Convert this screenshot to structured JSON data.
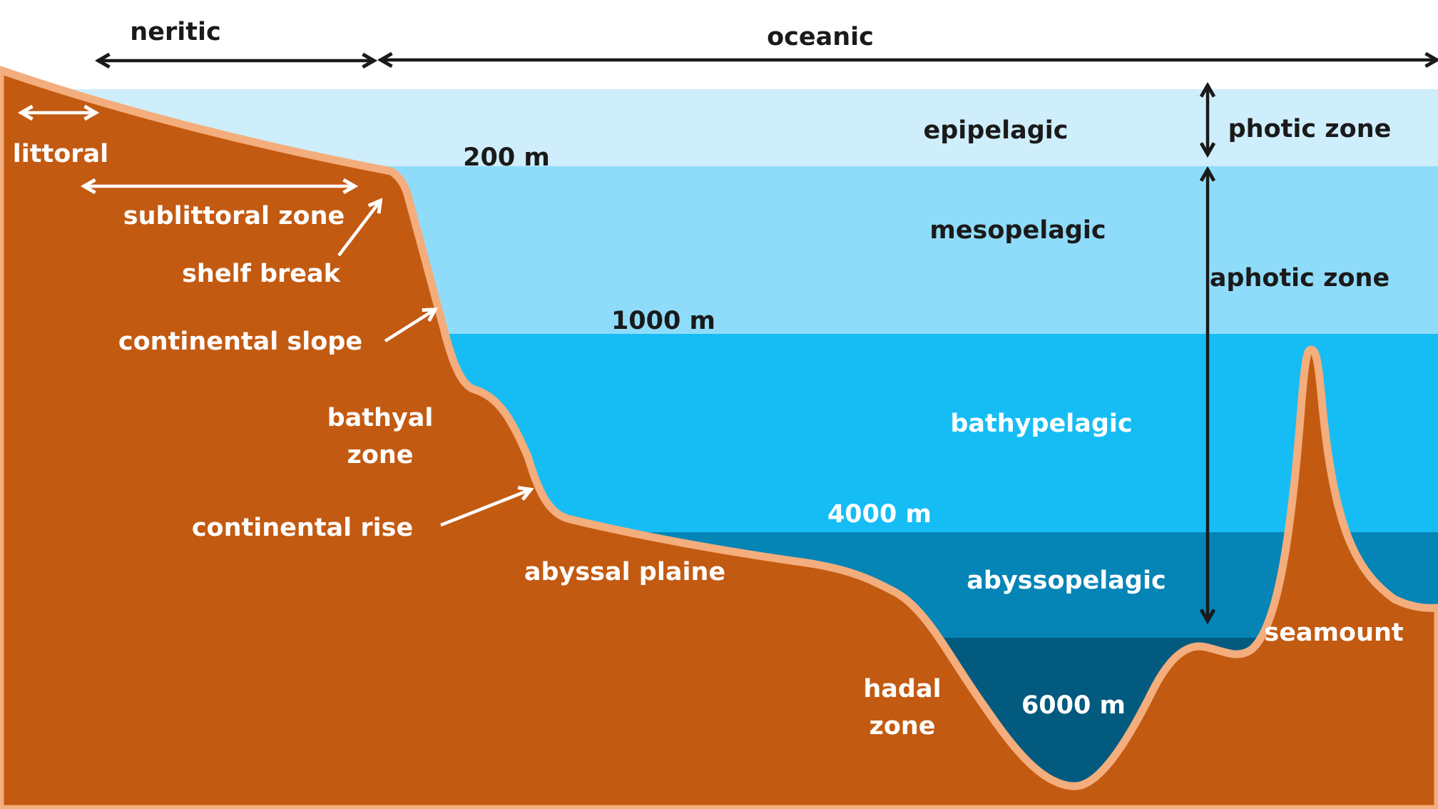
{
  "colors": {
    "epipelagic": "#cfeefb",
    "mesopelagic": "#8fdcfa",
    "bathypelagic": "#16bdf5",
    "abyssopelagic": "#0584b6",
    "hadal": "#035a7f",
    "seafloor": "#c35a11",
    "seafloor_edge": "#f4ad7c",
    "label_dark": "#1a1a1a",
    "label_light": "#ffffff"
  },
  "top": {
    "neritic": "neritic",
    "oceanic": "oceanic"
  },
  "pelagic_zones": {
    "epipelagic": "epipelagic",
    "mesopelagic": "mesopelagic",
    "bathypelagic": "bathypelagic",
    "abyssopelagic": "abyssopelagic"
  },
  "depths": {
    "d200": "200 m",
    "d1000": "1000 m",
    "d4000": "4000 m",
    "d6000": "6000 m"
  },
  "light_zones": {
    "photic": "photic zone",
    "aphotic": "aphotic zone"
  },
  "benthic": {
    "littoral": "littoral",
    "sublittoral": "sublittoral zone",
    "shelf_break": "shelf break",
    "continental_slope": "continental slope",
    "bathyal_1": "bathyal",
    "bathyal_2": "zone",
    "continental_rise": "continental rise",
    "abyssal_plaine": "abyssal plaine",
    "hadal_1": "hadal",
    "hadal_2": "zone",
    "seamount": "seamount"
  }
}
